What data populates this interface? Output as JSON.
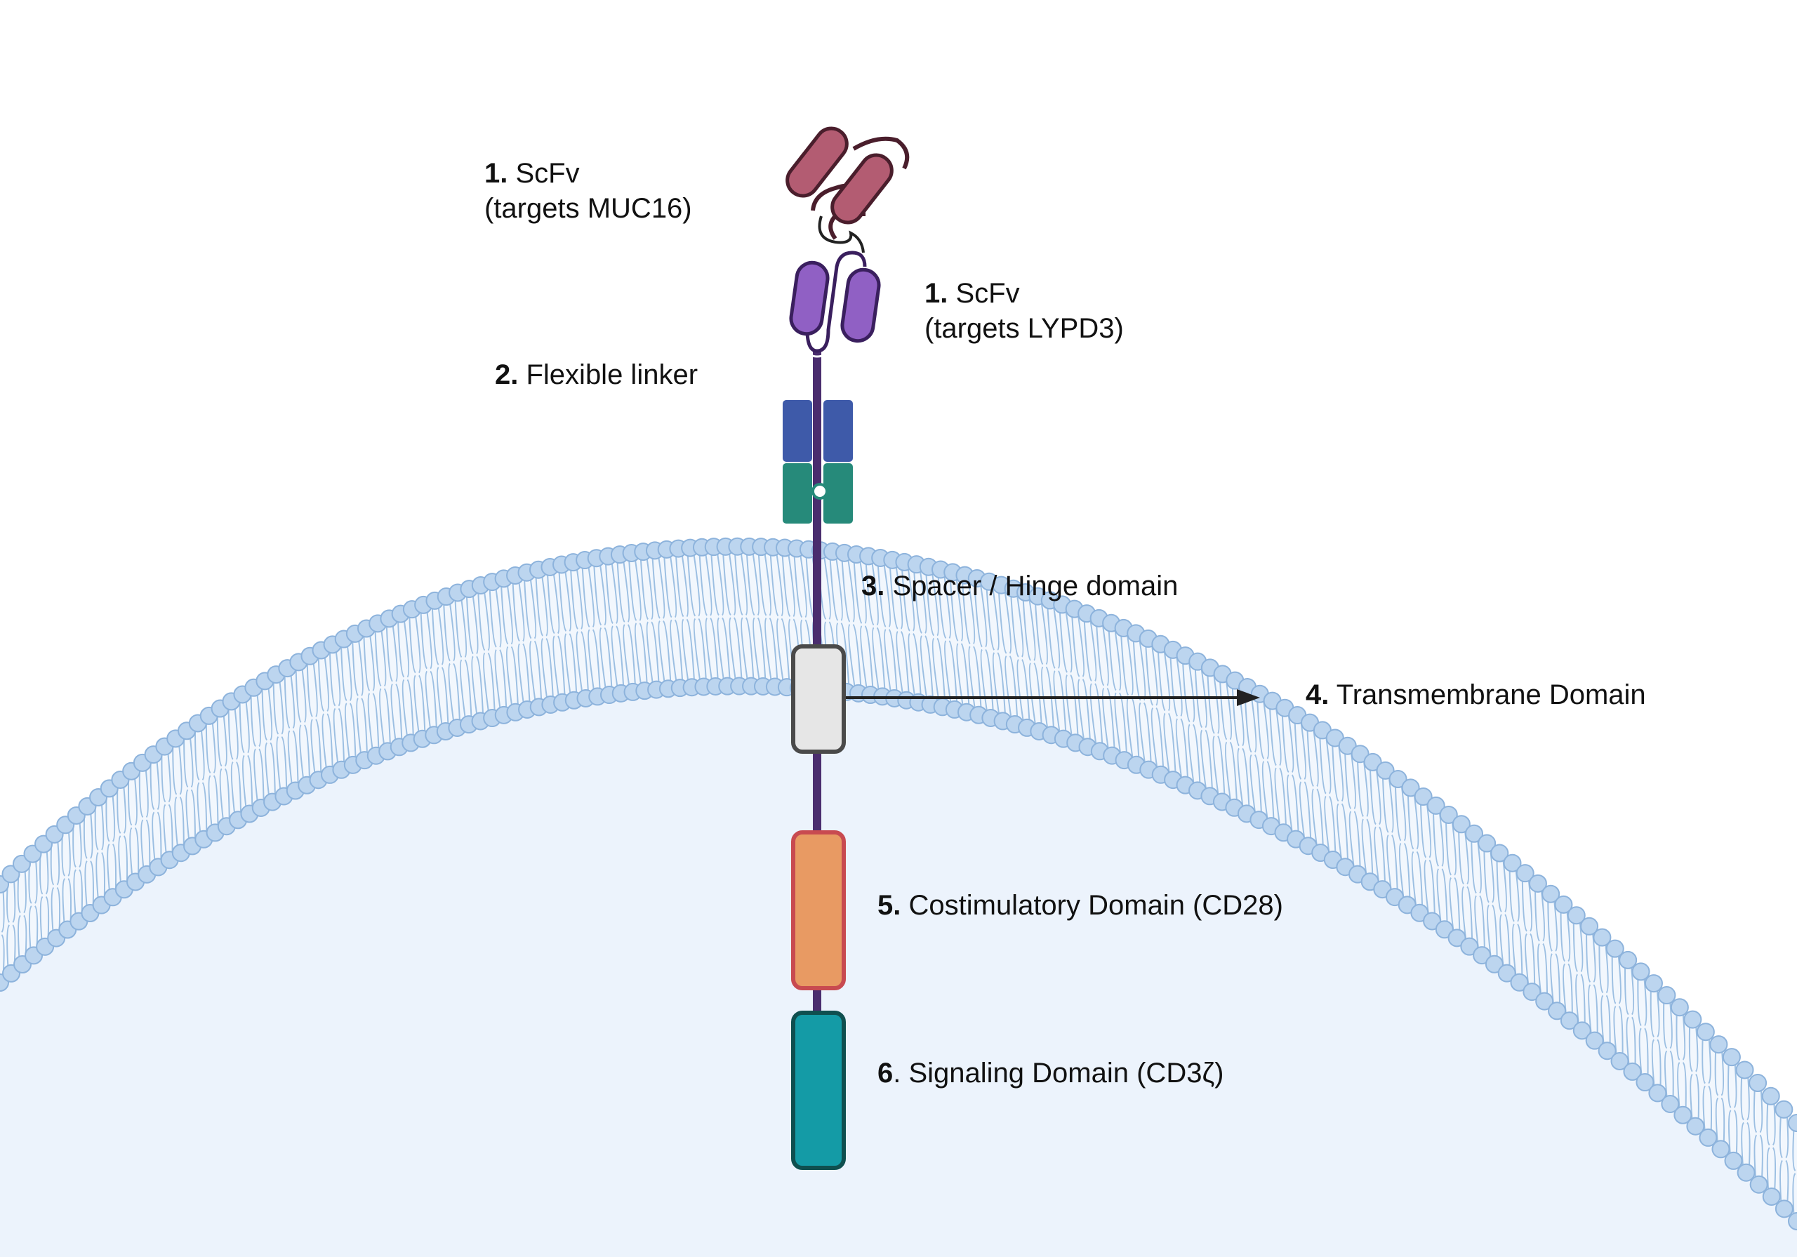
{
  "labels": {
    "scfv_muc16": {
      "num": "1.",
      "name": "ScFv",
      "sub": "(targets MUC16)"
    },
    "scfv_lypd3": {
      "num": "1.",
      "name": "ScFv",
      "sub": "(targets LYPD3)"
    },
    "linker": {
      "num": "2.",
      "name": "Flexible linker"
    },
    "spacer": {
      "num": "3.",
      "name": "Spacer / Hinge domain"
    },
    "transmembrane": {
      "num": "4.",
      "name": "Transmembrane Domain"
    },
    "costim": {
      "num": "5.",
      "name": "Costimulatory Domain (CD28)"
    },
    "signaling": {
      "num": "6",
      "name": ". Signaling Domain (CD3ζ)"
    }
  },
  "colors": {
    "cell_interior": "#ecf3fc",
    "lipid_head": "#bcd5ef",
    "lipid_head_stroke": "#8db3dc",
    "lipid_tail": "#9cbfe2",
    "stalk": "#4a2d6e",
    "scfv_muc16": "#b35c72",
    "scfv_muc16_loop": "#4a1e2c",
    "scfv_lypd3": "#9060c4",
    "scfv_lypd3_stroke": "#3a1f5e",
    "hinge_top": "#3e5aa9",
    "hinge_bottom": "#268a7a",
    "transmembrane": "#e6e6e6",
    "transmembrane_stroke": "#4a4a4a",
    "costim": "#e89a63",
    "costim_stroke": "#c84a50",
    "signaling": "#149ba6",
    "signaling_stroke": "#0f4f4f",
    "arrow": "#222222"
  }
}
